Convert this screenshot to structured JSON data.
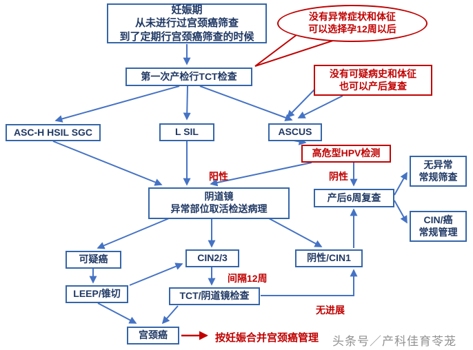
{
  "nodes": {
    "start": {
      "label": "妊娠期\n从未进行过宫颈癌筛查\n到了定期行宫颈癌筛查的时候"
    },
    "callout": {
      "label": "没有异常症状和体征\n可以选择孕12周以后"
    },
    "first_tct": {
      "label": "第一次产检行TCT检查"
    },
    "note": {
      "label": "没有可疑病史和体征\n也可以产后复查"
    },
    "asc_h": {
      "label": "ASC-H HSIL SGC"
    },
    "lsil": {
      "label": "L SIL"
    },
    "ascus": {
      "label": "ASCUS"
    },
    "hpv": {
      "label": "高危型HPV检测"
    },
    "colposcopy": {
      "label": "阴道镜\n异常部位取活检送病理"
    },
    "postpartum": {
      "label": "产后6周复查"
    },
    "routine_screen": {
      "label": "无异常\n常规筛查"
    },
    "cin_manage": {
      "label": "CIN/癌\n常规管理"
    },
    "suspicious": {
      "label": "可疑癌"
    },
    "cin23": {
      "label": "CIN2/3"
    },
    "neg_cin1": {
      "label": "阴性/CIN1"
    },
    "leep": {
      "label": "LEEP/锥切"
    },
    "tct_colpo": {
      "label": "TCT/阴道镜检查"
    },
    "cancer": {
      "label": "宫颈癌"
    },
    "manage": {
      "label": "按妊娠合并宫颈癌管理"
    }
  },
  "edge_labels": {
    "positive": "阳性",
    "negative": "阴性",
    "interval": "间隔12周",
    "no_progress": "无进展"
  },
  "watermark": "头条号／产科佳育苓茏",
  "colors": {
    "box_border": "#3465a8",
    "box_text": "#1f3864",
    "arrow": "#4472c4",
    "red": "#c00000",
    "watermark": "#929292"
  }
}
